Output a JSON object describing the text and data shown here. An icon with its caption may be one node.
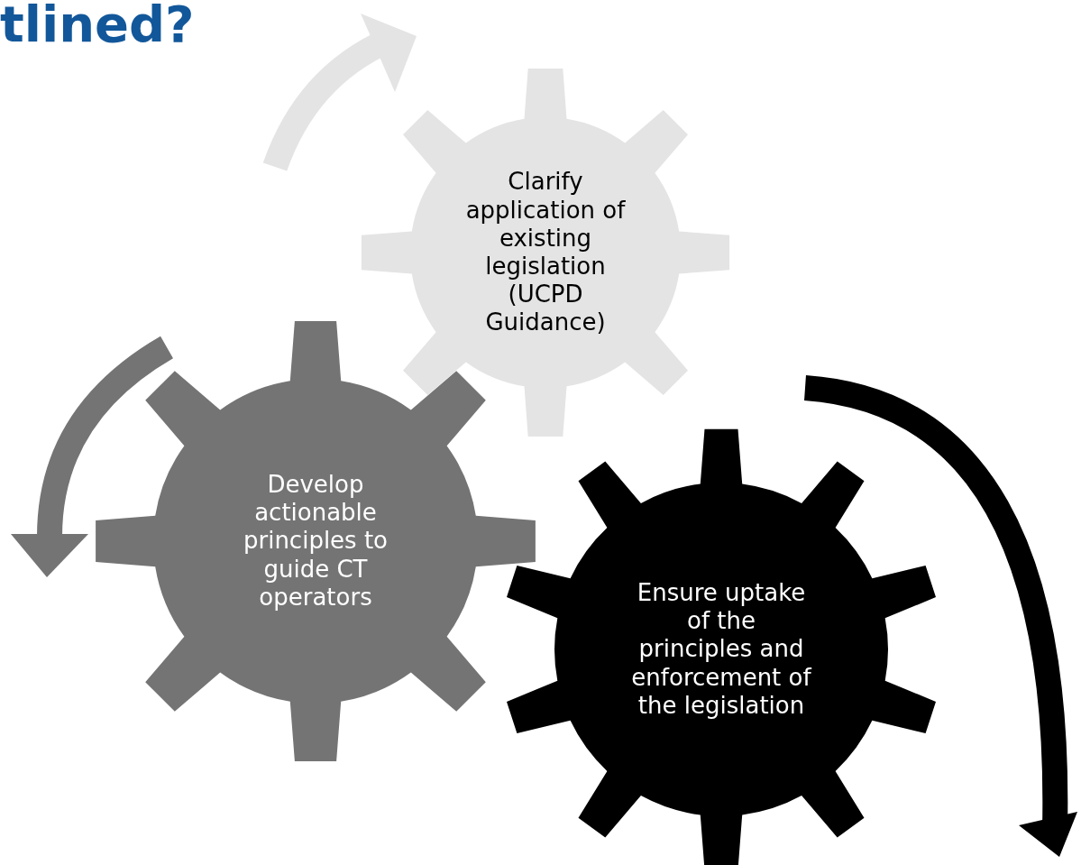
{
  "diagram": {
    "title": "tlined?",
    "nodes": [
      {
        "text": [
          "Clarify application of existing legislation (UCPD Guidance)"
        ]
      },
      {
        "text": [
          "Develop actionable principles to guide CT operators"
        ]
      },
      {
        "text": [
          "Ensure uptake of the principles and enforcement of the legislation"
        ]
      }
    ]
  }
}
